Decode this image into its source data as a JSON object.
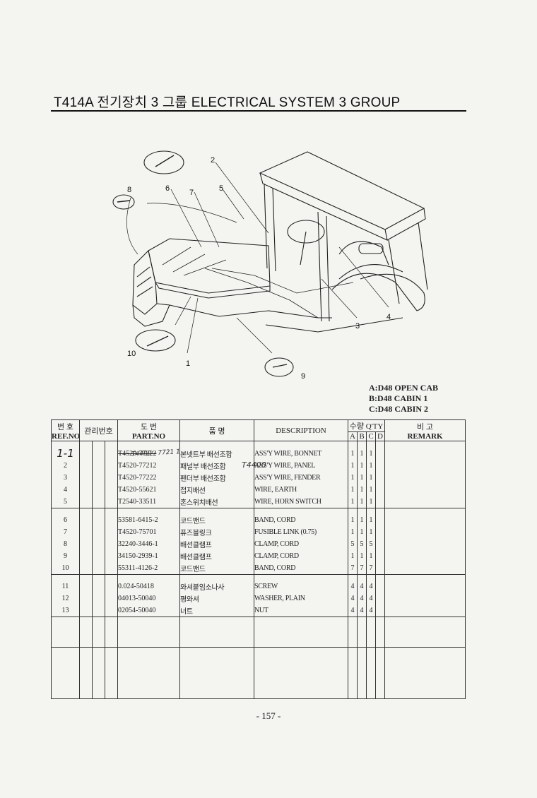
{
  "title": "T414A 전기장치 3 그룹 ELECTRICAL SYSTEM 3 GROUP",
  "callouts": [
    "1",
    "2",
    "3",
    "4",
    "5",
    "6",
    "7",
    "8",
    "9",
    "10"
  ],
  "models": [
    "A:D48 OPEN CAB",
    "B:D48 CABIN 1",
    "C:D48 CABIN 2"
  ],
  "headers": {
    "ref_kor": "번 호",
    "ref_eng": "REF.NO",
    "mgmt": "관리번호",
    "part_kor": "도 번",
    "part_eng": "PART.NO",
    "name_kor": "품 명",
    "desc": "DESCRIPTION",
    "qty_kor": "수량 Q'TY",
    "qty_cols": [
      "A",
      "B",
      "C",
      "D"
    ],
    "remark_kor": "비 고",
    "remark_eng": "REMARK"
  },
  "handnotes": [
    "T4400 - 7721 1",
    "T4400"
  ],
  "rows": [
    {
      "ref": "1-1",
      "part": "T4520-77222",
      "kor": "본넷트부 배선조합",
      "desc": "ASS'Y WIRE, BONNET",
      "a": "1",
      "b": "1",
      "c": "1",
      "d": ""
    },
    {
      "ref": "2",
      "part": "T4520-77212",
      "kor": "패널부 배선조합",
      "desc": "ASS'Y WIRE, PANEL",
      "a": "1",
      "b": "1",
      "c": "1",
      "d": ""
    },
    {
      "ref": "3",
      "part": "T4520-77222",
      "kor": "펜더부 배선조합",
      "desc": "ASS'Y WIRE, FENDER",
      "a": "1",
      "b": "1",
      "c": "1",
      "d": ""
    },
    {
      "ref": "4",
      "part": "T4520-55621",
      "kor": "접지배선",
      "desc": "WIRE, EARTH",
      "a": "1",
      "b": "1",
      "c": "1",
      "d": ""
    },
    {
      "ref": "5",
      "part": "T2540-33511",
      "kor": "혼스위치배선",
      "desc": "WIRE, HORN SWITCH",
      "a": "1",
      "b": "1",
      "c": "1",
      "d": ""
    },
    {
      "ref": "6",
      "part": "53581-6415-2",
      "kor": "코드밴드",
      "desc": "BAND, CORD",
      "a": "1",
      "b": "1",
      "c": "1",
      "d": ""
    },
    {
      "ref": "7",
      "part": "T4520-75701",
      "kor": "퓨즈블링크",
      "desc": "FUSIBLE LINK (0.75)",
      "a": "1",
      "b": "1",
      "c": "1",
      "d": ""
    },
    {
      "ref": "8",
      "part": "32240-3446-1",
      "kor": "배선클램프",
      "desc": "CLAMP, CORD",
      "a": "5",
      "b": "5",
      "c": "5",
      "d": ""
    },
    {
      "ref": "9",
      "part": "34150-2939-1",
      "kor": "배선클램프",
      "desc": "CLAMP, CORD",
      "a": "1",
      "b": "1",
      "c": "1",
      "d": ""
    },
    {
      "ref": "10",
      "part": "55311-4126-2",
      "kor": "코드밴드",
      "desc": "BAND, CORD",
      "a": "7",
      "b": "7",
      "c": "7",
      "d": ""
    },
    {
      "ref": "11",
      "part": "0.024-50418",
      "kor": "와셔붙임소나사",
      "desc": "SCREW",
      "a": "4",
      "b": "4",
      "c": "4",
      "d": ""
    },
    {
      "ref": "12",
      "part": "04013-50040",
      "kor": "평와셔",
      "desc": "WASHER, PLAIN",
      "a": "4",
      "b": "4",
      "c": "4",
      "d": ""
    },
    {
      "ref": "13",
      "part": "02054-50040",
      "kor": "너트",
      "desc": "NUT",
      "a": "4",
      "b": "4",
      "c": "4",
      "d": ""
    }
  ],
  "page_number": "- 157 -"
}
